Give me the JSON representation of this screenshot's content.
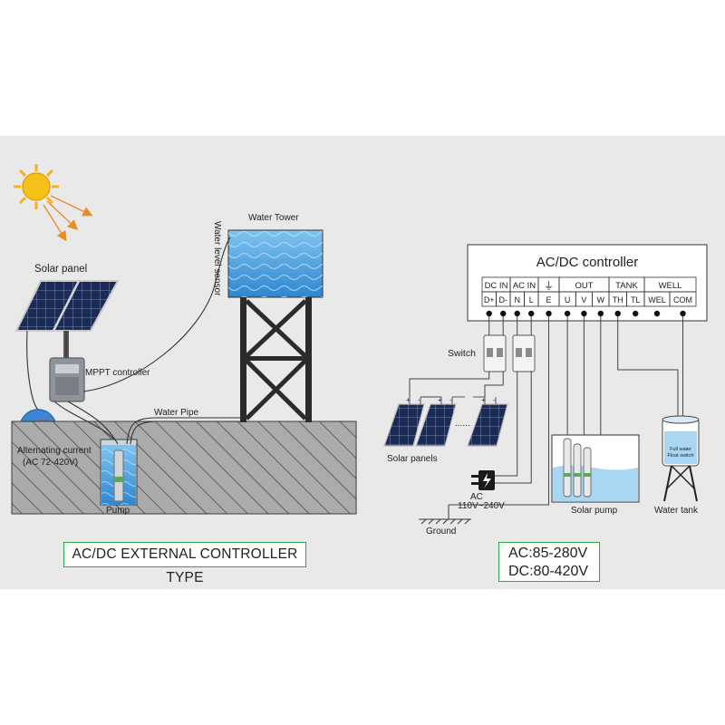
{
  "left": {
    "solar_panel": "Solar panel",
    "mppt": "MPPT controller",
    "water_tower": "Water Tower",
    "level_sensor": "Water  level sensor",
    "water_pipe": "Water Pipe",
    "alt_current": "Alternating current",
    "alt_range": "(AC 72-420V)",
    "pump": "Pump",
    "caption": "AC/DC EXTERNAL CONTROLLER TYPE"
  },
  "right": {
    "controller_title": "AC/DC controller",
    "groups": {
      "dc_in": "DC IN",
      "ac_in": "AC IN",
      "out": "OUT",
      "tank": "TANK",
      "well": "WELL"
    },
    "terminals": [
      "D+",
      "D-",
      "N",
      "L",
      "E",
      "U",
      "V",
      "W",
      "TH",
      "TL",
      "WEL",
      "COM"
    ],
    "ground_symbol": "⏚",
    "switch": "Switch",
    "panel_signs": {
      "plus": "+",
      "minus": "-"
    },
    "ellipsis": "......",
    "solar_panels": "Solar panels",
    "ac": "AC",
    "ac_range": "110V~240V",
    "ground": "Ground",
    "solar_pump": "Solar pump",
    "float_switch_line1": "Full water",
    "float_switch_line2": "Float switch",
    "water_tank": "Water tank",
    "voltage_ac": "AC:85-280V",
    "voltage_dc": "DC:80-420V"
  },
  "colors": {
    "accent_green": "#2aa84a",
    "sun": "#f6b21a",
    "arrow": "#e98d2a",
    "water": "#3c92d6"
  }
}
